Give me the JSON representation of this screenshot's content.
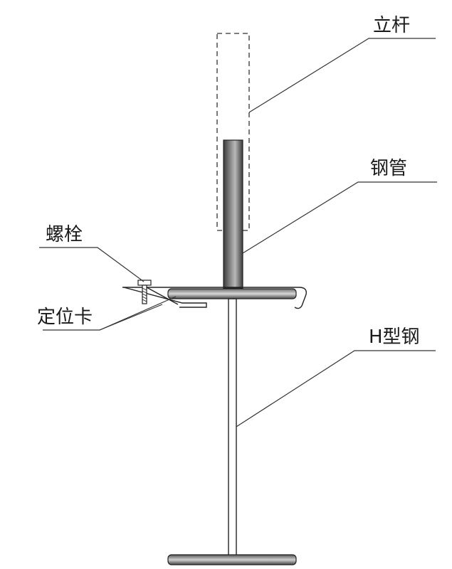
{
  "labels": {
    "upright": "立杆",
    "steel_pipe": "钢管",
    "bolt": "螺栓",
    "locating_clip": "定位卡",
    "h_beam": "H型钢"
  },
  "colors": {
    "line": "#333333",
    "outline": "#222222",
    "fill_dark": "#555555",
    "fill_light": "#dddddd",
    "background": "#ffffff"
  }
}
